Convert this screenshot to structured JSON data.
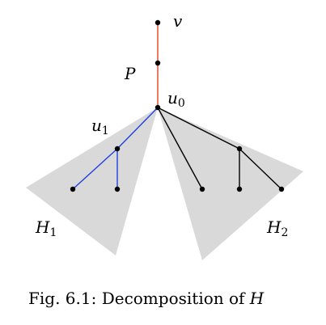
{
  "labels": {
    "v": "v",
    "P": "P",
    "u0_base": "u",
    "u0_sub": "0",
    "u1_base": "u",
    "u1_sub": "1",
    "H1_base": "H",
    "H1_sub": "1",
    "H2_base": "H",
    "H2_sub": "2"
  },
  "caption": {
    "prefix": "Fig. 6.1: Decomposition of ",
    "symbol": "H"
  },
  "colors": {
    "path_edge": "#e8401c",
    "h1_edge": "#1f3fe0",
    "h2_edge": "#000000",
    "region_fill": "#d9d9d9",
    "vertex": "#000000"
  }
}
